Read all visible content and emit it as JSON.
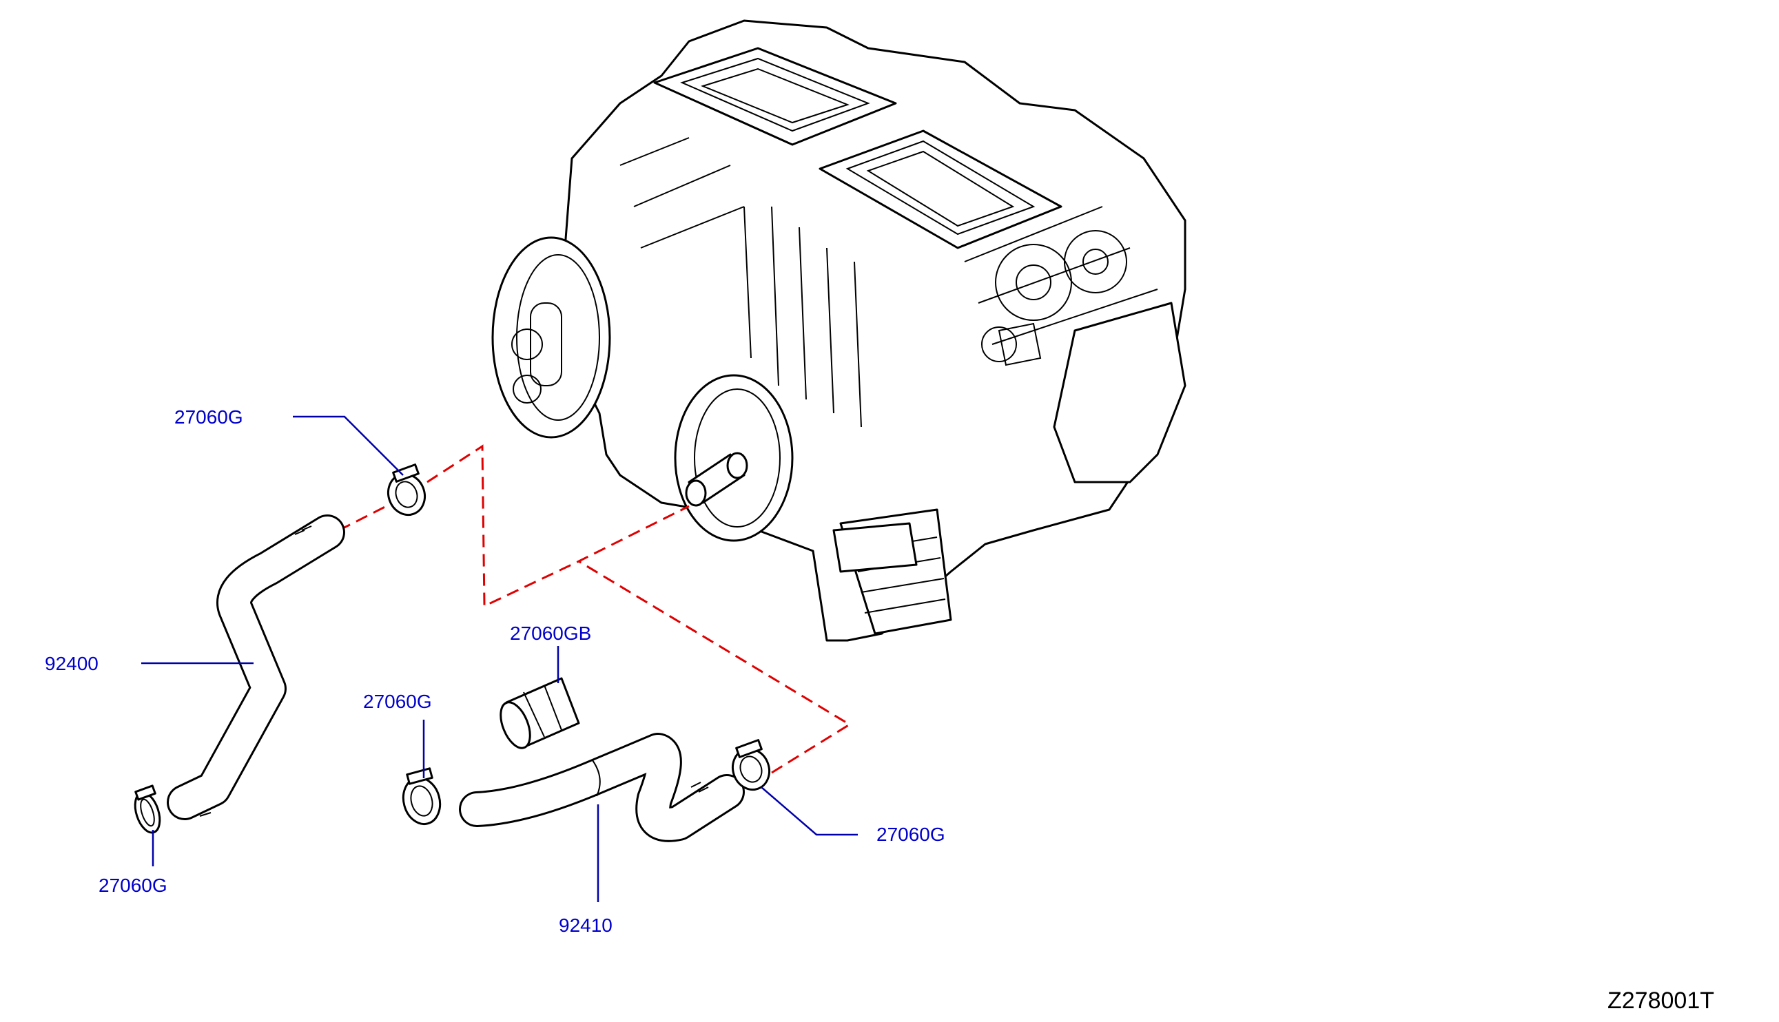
{
  "callouts": {
    "clamp_upper_left": "27060G",
    "hose_inlet": "92400",
    "clamp_lower_left": "27060G",
    "grommet": "27060GB",
    "clamp_middle": "27060G",
    "clamp_right": "27060G",
    "hose_outlet": "92410"
  },
  "drawing_id": "Z278001T",
  "colors": {
    "callout_text": "#0000cc",
    "leader_line": "#0000aa",
    "phantom_line": "#e00000",
    "line_art": "#000000"
  }
}
